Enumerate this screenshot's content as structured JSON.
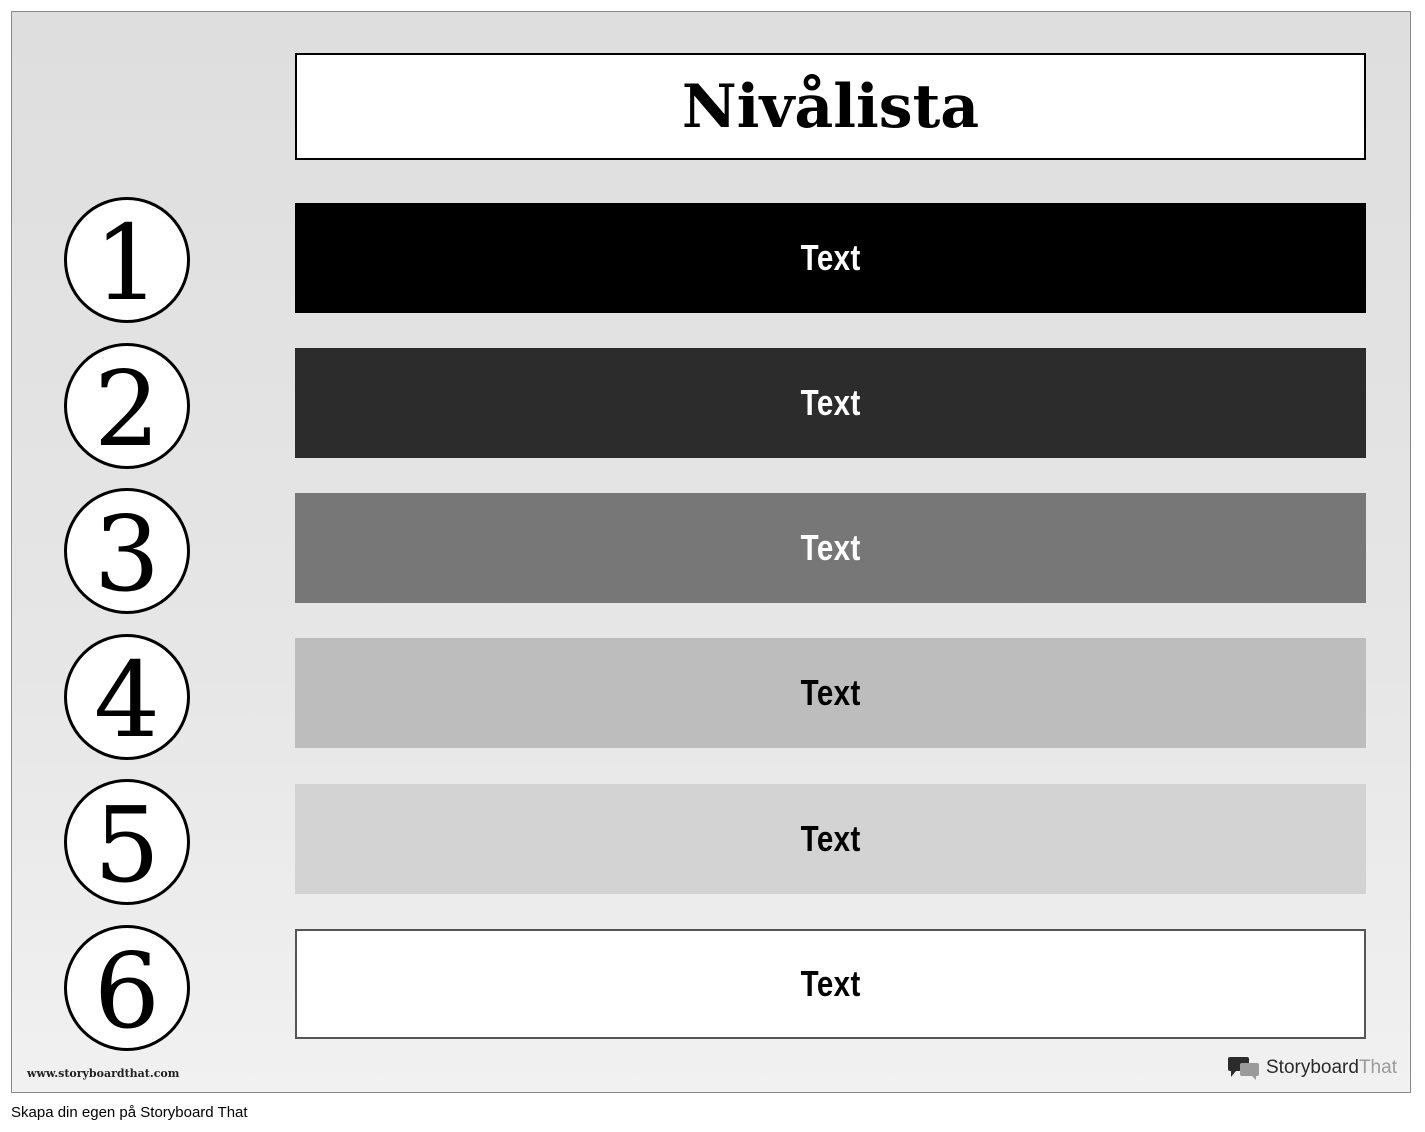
{
  "title": "Nivålista",
  "tiers": [
    {
      "number": "1",
      "label": "Text",
      "fill": "#000000",
      "text_color": "#ffffff"
    },
    {
      "number": "2",
      "label": "Text",
      "fill": "#2c2c2c",
      "text_color": "#ffffff"
    },
    {
      "number": "3",
      "label": "Text",
      "fill": "#777777",
      "text_color": "#ffffff"
    },
    {
      "number": "4",
      "label": "Text",
      "fill": "#bdbdbd",
      "text_color": "#000000"
    },
    {
      "number": "5",
      "label": "Text",
      "fill": "#d3d3d3",
      "text_color": "#000000"
    },
    {
      "number": "6",
      "label": "Text",
      "fill": "#ffffff",
      "text_color": "#000000"
    }
  ],
  "website": "www.storyboardthat.com",
  "brand": {
    "name_dark": "Storyboard",
    "name_light": "That",
    "icon": "speech-bubbles-icon"
  },
  "footer_caption": "Skapa din egen på Storyboard That"
}
